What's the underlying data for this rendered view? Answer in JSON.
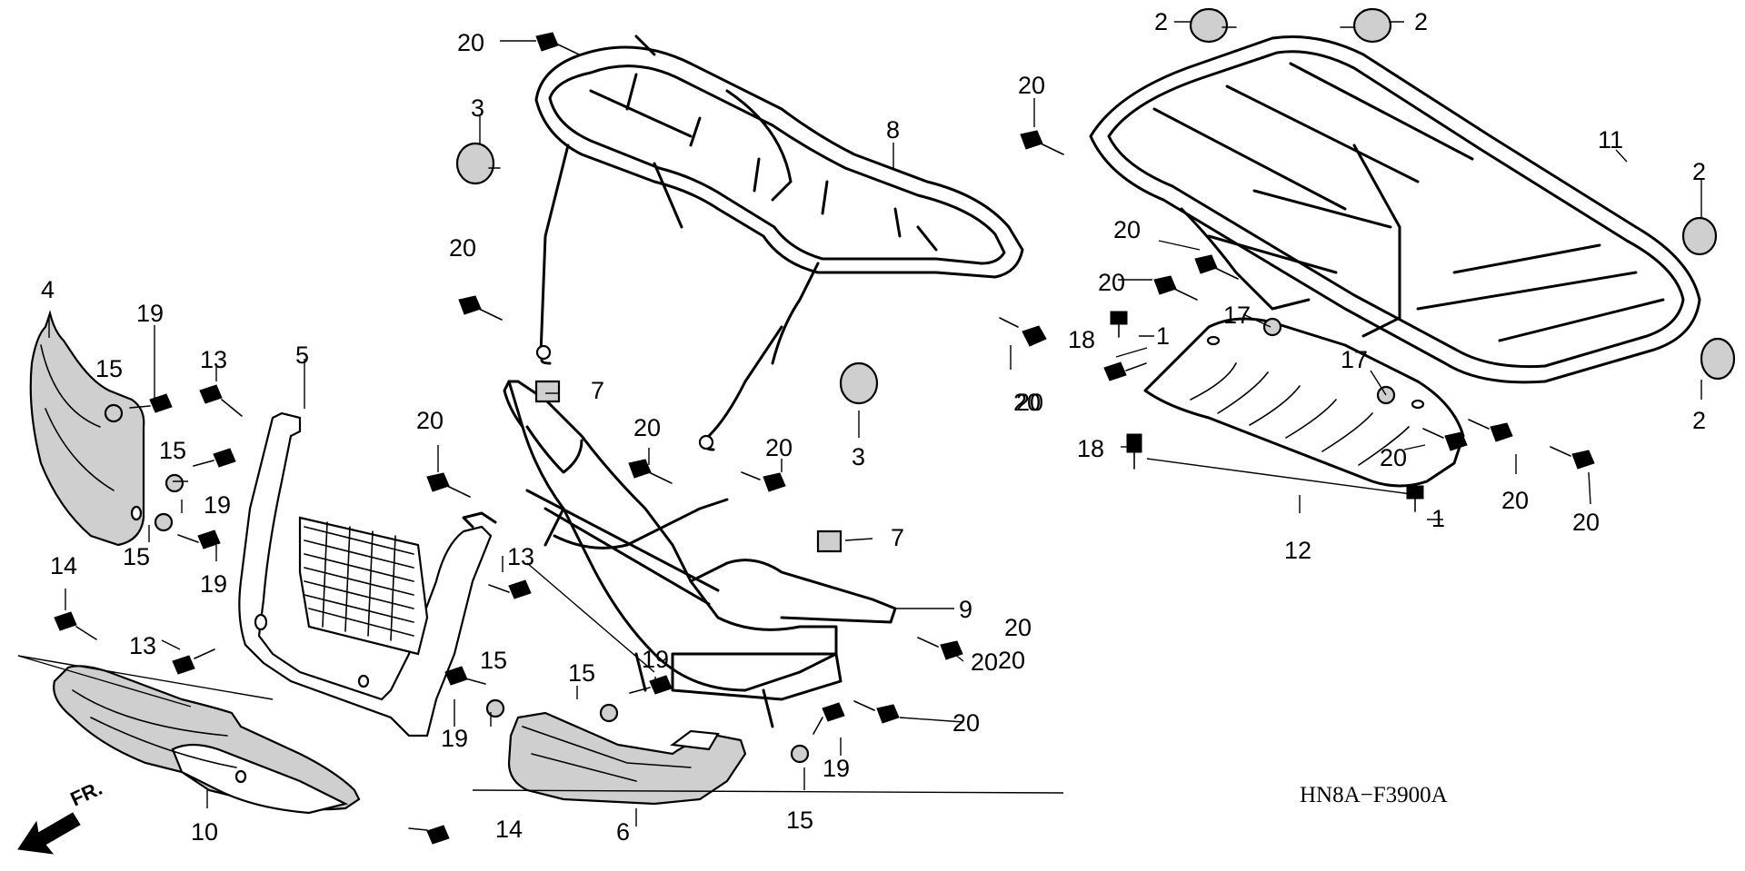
{
  "diagram_code": "HN8A−F3900A",
  "front_marker": "FR.",
  "callouts": {
    "c1": "1",
    "c2": "2",
    "c3": "3",
    "c4": "4",
    "c5": "5",
    "c6": "6",
    "c7": "7",
    "c8": "8",
    "c9": "9",
    "c10": "10",
    "c11": "11",
    "c12": "12",
    "c13": "13",
    "c14": "14",
    "c15": "15",
    "c17": "17",
    "c18": "18",
    "c19": "19",
    "c20": "20"
  }
}
